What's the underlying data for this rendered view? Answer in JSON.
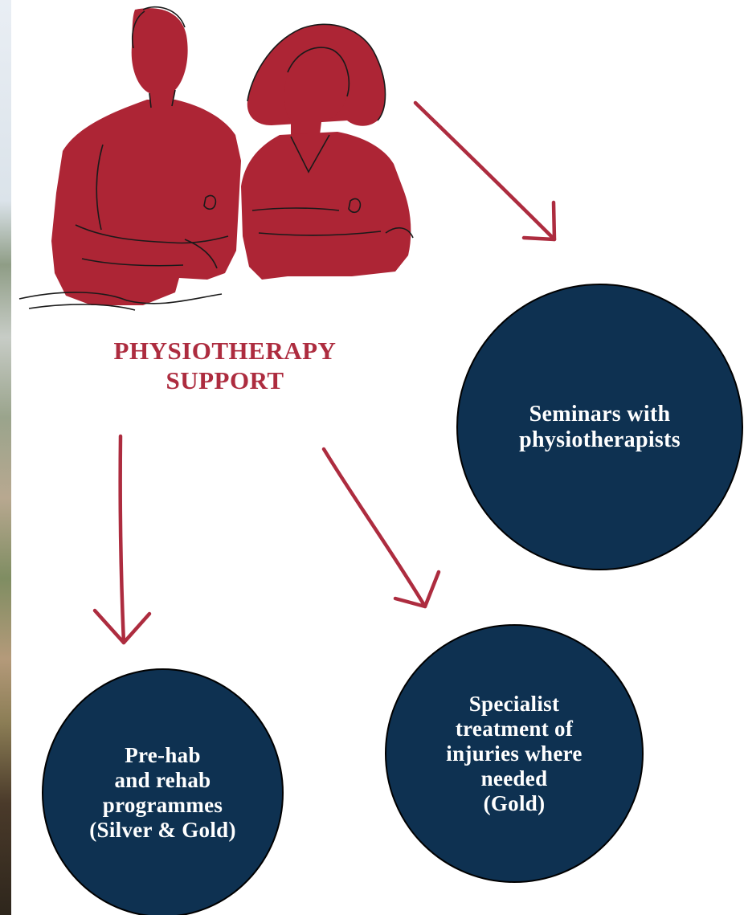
{
  "colors": {
    "accent_red": "#ad2c3f",
    "bubble_navy": "#0e3151",
    "bubble_text": "#ffffff"
  },
  "header": {
    "title_line1": "PHYSIOTHERAPY",
    "title_line2": "SUPPORT"
  },
  "illustration": {
    "icon": "physiotherapists-illustration"
  },
  "bubbles": {
    "seminars": "Seminars with\nphysiotherapists",
    "specialist": "Specialist\ntreatment of\ninjuries where\nneeded\n(Gold)",
    "prehab": "Pre-hab\nand rehab\nprogrammes\n(Silver & Gold)"
  }
}
